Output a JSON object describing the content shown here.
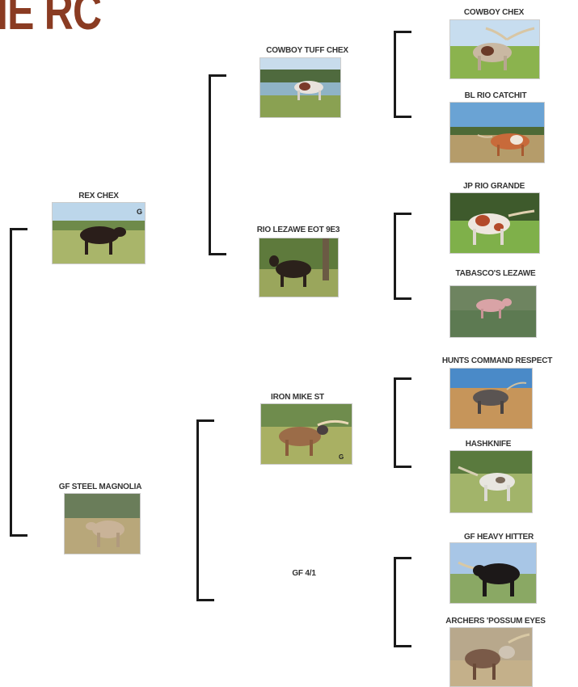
{
  "title": "IE RC",
  "animals": {
    "rex_chex": "REX CHEX",
    "gf_steel_magnolia": "GF STEEL MAGNOLIA",
    "cowboy_tuff_chex": "COWBOY TUFF CHEX",
    "rio_lezawe": "RIO LEZAWE EOT 9E3",
    "iron_mike_st": "IRON MIKE ST",
    "gf_4_1": "GF 4/1",
    "cowboy_chex": "COWBOY CHEX",
    "bl_rio_catchit": "BL RIO CATCHIT",
    "jp_rio_grande": "JP RIO GRANDE",
    "tabascos_lezawe": "TABASCO'S LEZAWE",
    "hunts_command_respect": "HUNTS COMMAND RESPECT",
    "hashknife": "HASHKNIFE",
    "gf_heavy_hitter": "GF HEAVY HITTER",
    "archers_possum_eyes": "ARCHERS 'POSSUM EYES"
  },
  "colors": {
    "title": "#8a3b22",
    "bracket": "#1a1a1a"
  }
}
